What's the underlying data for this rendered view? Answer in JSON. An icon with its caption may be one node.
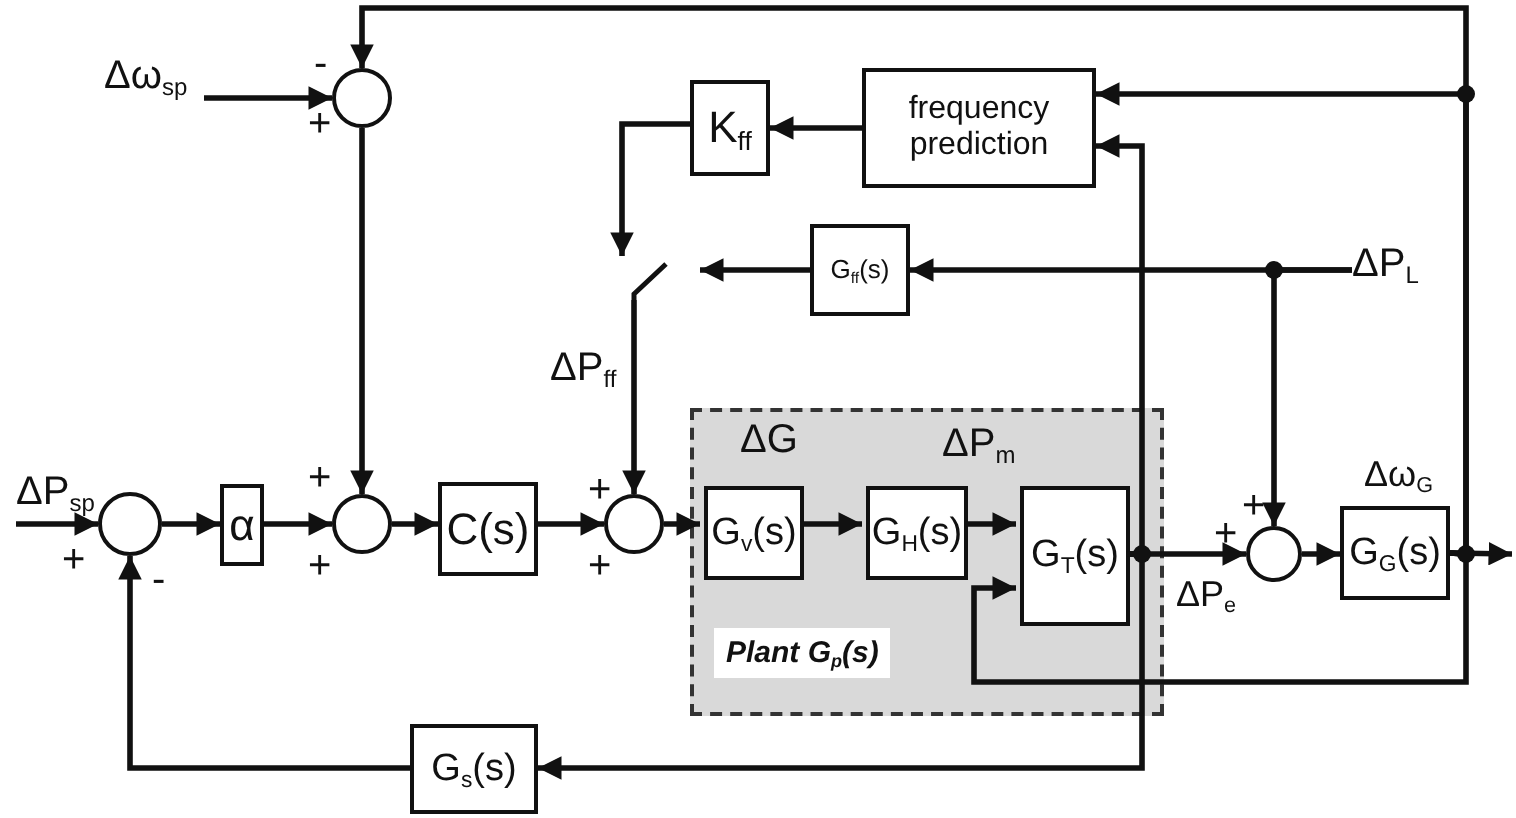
{
  "diagram": {
    "nodes": [
      {
        "text": [],
        "shape": "circle",
        "beside": [
          "-",
          "+"
        ]
      },
      {
        "text": [
          "frequency prediction"
        ]
      },
      {
        "text": [
          "K$_{ff}$"
        ]
      },
      {
        "text": [
          "G$_{ff}$(s)"
        ]
      },
      {
        "text": [],
        "shape": "switch"
      },
      {
        "text": [],
        "shape": "circle",
        "beside": [
          "+",
          "-"
        ]
      },
      {
        "text": [
          "α"
        ]
      },
      {
        "text": [],
        "shape": "circle",
        "beside": [
          "+",
          "+"
        ]
      },
      {
        "text": [
          "C(s)"
        ]
      },
      {
        "text": [],
        "shape": "circle",
        "beside": [
          "+",
          "+"
        ]
      },
      {
        "text": [
          "Plant G$_{p}$(s)"
        ]
      },
      {
        "text": [
          "G$_{v}$(s)"
        ],
        "in": 10
      },
      {
        "text": [
          "G$_{H}$(s)"
        ],
        "in": 10
      },
      {
        "text": [
          "G$_{T}$(s)"
        ],
        "in": 10
      },
      {
        "text": [],
        "shape": "circle",
        "beside": [
          "+",
          "+"
        ]
      },
      {
        "text": [
          "G$_{G}$(s)"
        ]
      },
      {
        "text": [
          "G$_{s}$(s)"
        ]
      },
      {
        "text": [
          "ΔP$_{L}$"
        ]
      },
      {
        "text": [
          "Δω$_{sp}$"
        ]
      },
      {
        "text": [
          "ΔP$_{sp}$"
        ]
      }
    ],
    "edges": [
      {
        "from": 18,
        "to": 0,
        "arrow": "to"
      },
      {
        "from": 15,
        "to": 0,
        "arrow": "to"
      },
      {
        "from": 15,
        "to": 1,
        "arrow": "to"
      },
      {
        "from": 15,
        "to": 13,
        "arrow": "to"
      },
      {
        "from": 15,
        "to": null,
        "arrow": "to"
      },
      {
        "from": 1,
        "to": 2,
        "arrow": "to"
      },
      {
        "from": 2,
        "to": 4,
        "arrow": "to"
      },
      {
        "from": 17,
        "to": 3,
        "arrow": "to"
      },
      {
        "from": 3,
        "to": 4,
        "arrow": "to"
      },
      {
        "from": 17,
        "to": 14,
        "arrow": "to"
      },
      {
        "from": 4,
        "to": 9,
        "arrow": "to"
      },
      {
        "from": 0,
        "to": 7,
        "arrow": "to"
      },
      {
        "from": 19,
        "to": 5,
        "arrow": "to"
      },
      {
        "from": 5,
        "to": 6,
        "arrow": "to"
      },
      {
        "from": 6,
        "to": 7,
        "arrow": "to"
      },
      {
        "from": 7,
        "to": 8,
        "arrow": "to"
      },
      {
        "from": 8,
        "to": 9,
        "arrow": "to"
      },
      {
        "from": 9,
        "to": 11,
        "arrow": "to"
      },
      {
        "from": 11,
        "to": 12,
        "arrow": "to"
      },
      {
        "from": 12,
        "to": 13,
        "arrow": "to"
      },
      {
        "from": 13,
        "to": 14,
        "arrow": "to"
      },
      {
        "from": 13,
        "to": 1,
        "arrow": "to"
      },
      {
        "from": 13,
        "to": 16,
        "arrow": "to"
      },
      {
        "from": 16,
        "to": 5,
        "arrow": "to"
      },
      {
        "from": 14,
        "to": 15,
        "arrow": "to"
      }
    ],
    "labels": [
      "ΔP$_{ff}$",
      "ΔG",
      "ΔP$_{m}$",
      "Δω$_{G}$",
      "ΔP$_{e}$"
    ]
  }
}
